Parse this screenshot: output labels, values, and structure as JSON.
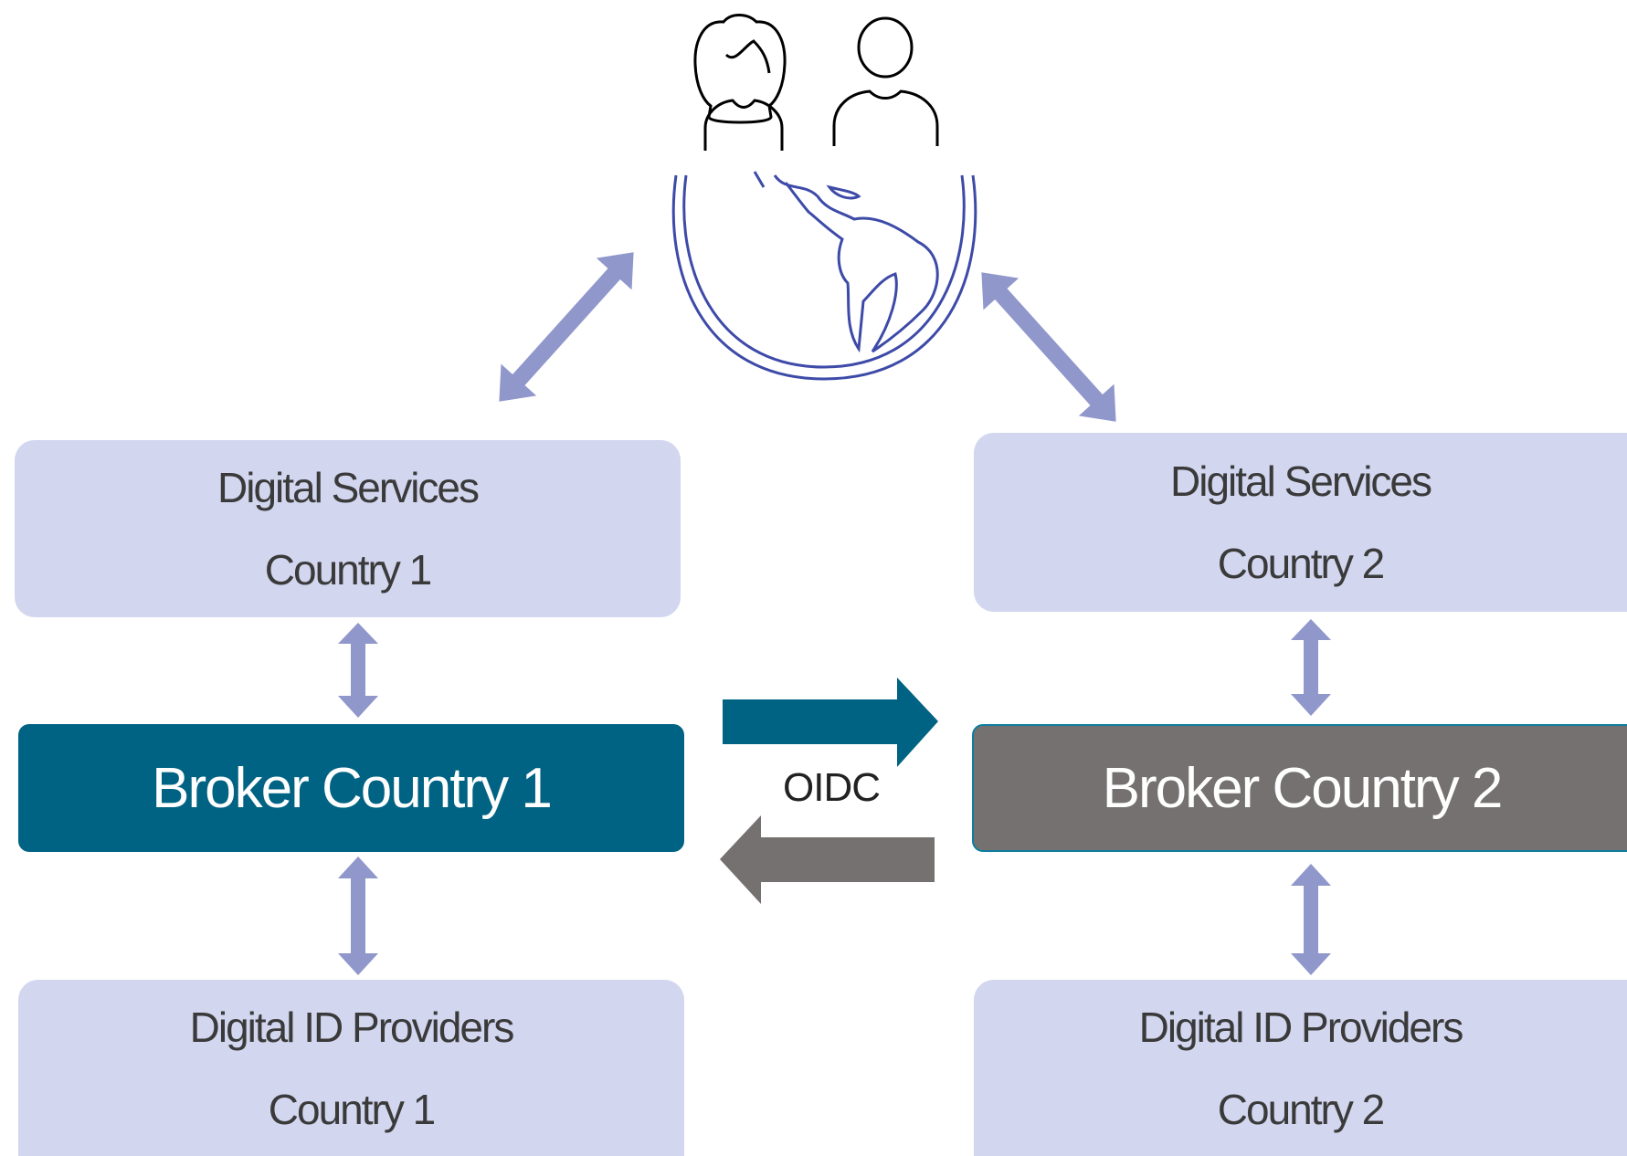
{
  "nodes": {
    "services_1": {
      "line1": "Digital Services",
      "line2": "Country 1"
    },
    "services_2": {
      "line1": "Digital Services",
      "line2": "Country 2"
    },
    "broker_1": {
      "label": "Broker Country 1"
    },
    "broker_2": {
      "label": "Broker Country 2"
    },
    "providers_1": {
      "line1": "Digital ID Providers",
      "line2": "Country 1"
    },
    "providers_2": {
      "line1": "Digital ID Providers",
      "line2": "Country 2"
    }
  },
  "connection": {
    "label": "OIDC"
  },
  "icons": [
    "woman-user-icon",
    "man-user-icon",
    "globe-icon"
  ],
  "colors": {
    "box_fill": "#d2d6ef",
    "broker_1": "#016383",
    "broker_2": "#747170",
    "arrow": "#9097cb",
    "forward_arrow": "#016383",
    "back_arrow": "#747170",
    "globe_stroke": "#3d4aa8"
  }
}
